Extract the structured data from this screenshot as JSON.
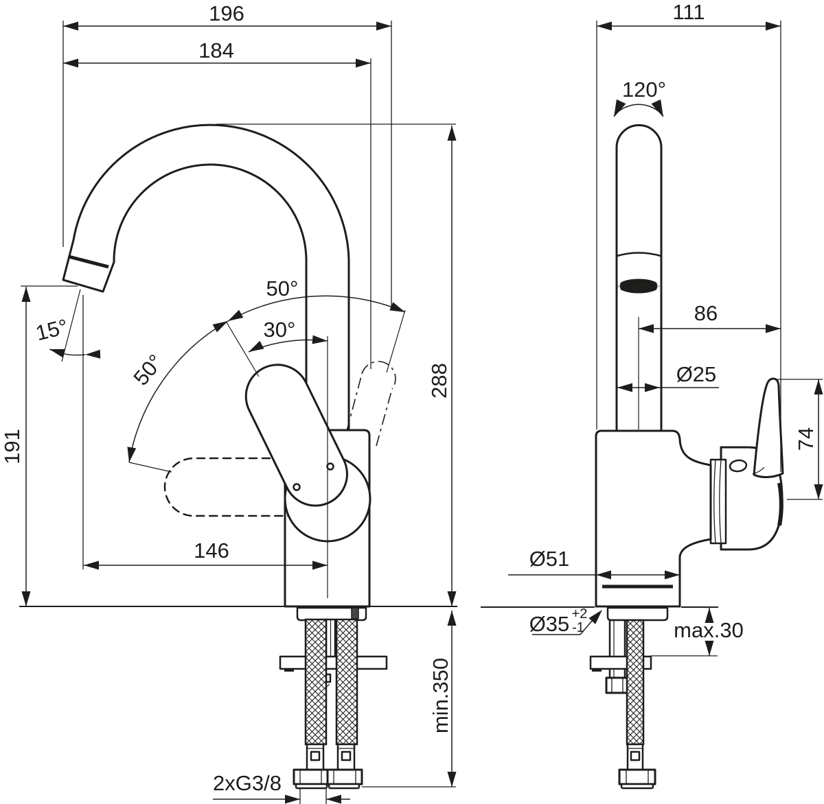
{
  "colors": {
    "ink": "#1d1d1b",
    "background": "#ffffff"
  },
  "views": {
    "side": {
      "overall_width": "196",
      "spout_width": "184",
      "spout_height": "288",
      "outlet_height": "191",
      "outlet_reach": "146",
      "nozzle_angle": "15°",
      "handle_front_angle": "50°",
      "handle_mid_angle": "30°",
      "handle_back_angle": "50°",
      "min_hose_length": "min.350",
      "hose_thread": "2xG3/8"
    },
    "front": {
      "overall_width": "111",
      "swivel_angle": "120°",
      "handle_reach": "86",
      "spout_diameter": "Ø25",
      "handle_height": "74",
      "body_diameter": "Ø51",
      "hole_diameter": "Ø35",
      "hole_tolerance_plus": "+2",
      "hole_tolerance_minus": "-1",
      "max_mounting_thickness": "max.30"
    }
  }
}
